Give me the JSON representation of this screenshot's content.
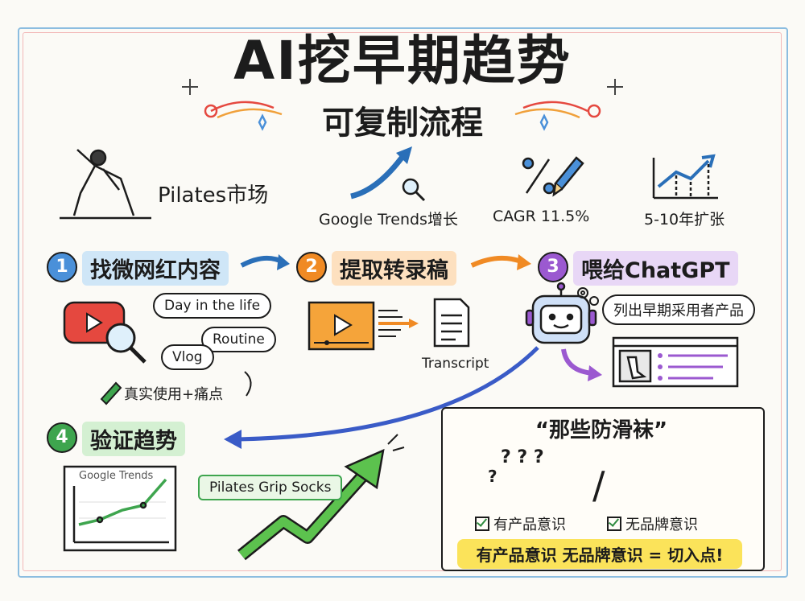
{
  "header": {
    "title": "AI挖早期趋势",
    "subtitle": "可复制流程"
  },
  "stats": {
    "market": "Pilates市场",
    "trends": "Google Trends增长",
    "cagr": "CAGR 11.5%",
    "expansion": "5-10年扩张"
  },
  "steps": [
    {
      "num": "1",
      "label": "找微网红内容",
      "color": "#4a90d9",
      "highlight": "#cfe6f7"
    },
    {
      "num": "2",
      "label": "提取转录稿",
      "color": "#f08a24",
      "highlight": "#fde0bf"
    },
    {
      "num": "3",
      "label": "喂给ChatGPT",
      "color": "#9b59d0",
      "highlight": "#e8d7f6"
    },
    {
      "num": "4",
      "label": "验证趋势",
      "color": "#3ea54e",
      "highlight": "#d4f0d2"
    }
  ],
  "step1": {
    "bubbles": [
      "Day in the life",
      "Routine",
      "Vlog"
    ],
    "note": "真实使用+痛点"
  },
  "step2": {
    "doc_label": "Transcript"
  },
  "step3": {
    "bubble": "列出早期采用者产品"
  },
  "step4": {
    "chart_title": "Google Trends",
    "keyword": "Pilates Grip Socks"
  },
  "panel": {
    "quote": "“那些防滑袜”",
    "aware": "有产品意识",
    "no_brand": "无品牌意识",
    "separator": "/",
    "conclusion": "有产品意识 无品牌意识 = 切入点!"
  },
  "icons": {
    "question_marks": "? ? ?",
    "question_mark_side": "?"
  },
  "colors": {
    "blue": "#4a90d9",
    "orange": "#f08a24",
    "purple": "#9b59d0",
    "green": "#3ea54e",
    "yellow": "#fbe35a",
    "red": "#e5483f"
  }
}
